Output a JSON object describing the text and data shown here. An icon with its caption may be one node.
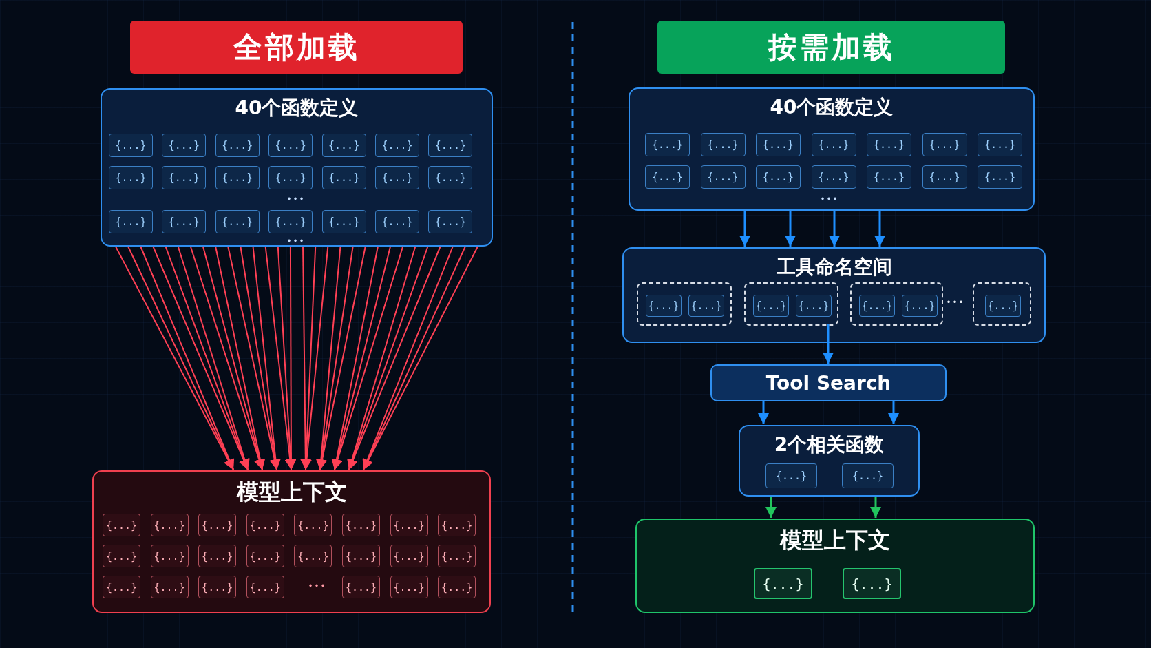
{
  "diagram": {
    "nodes": [
      {
        "text": [
          "全部加载"
        ]
      },
      {
        "text": [
          "40个函数定义"
        ]
      },
      {
        "text": [
          "{...}"
        ],
        "in": 1
      },
      {
        "text": [
          "{...}"
        ],
        "in": 1
      },
      {
        "text": [
          "{...}"
        ],
        "in": 1
      },
      {
        "text": [
          "{...}"
        ],
        "in": 1
      },
      {
        "text": [
          "{...}"
        ],
        "in": 1
      },
      {
        "text": [
          "{...}"
        ],
        "in": 1
      },
      {
        "text": [
          "{...}"
        ],
        "in": 1
      },
      {
        "text": [
          "{...}"
        ],
        "in": 1
      },
      {
        "text": [
          "{...}"
        ],
        "in": 1
      },
      {
        "text": [
          "{...}"
        ],
        "in": 1
      },
      {
        "text": [
          "{...}"
        ],
        "in": 1
      },
      {
        "text": [
          "{...}"
        ],
        "in": 1
      },
      {
        "text": [
          "{...}"
        ],
        "in": 1
      },
      {
        "text": [
          "{...}"
        ],
        "in": 1
      },
      {
        "text": [
          "{...}"
        ],
        "in": 1
      },
      {
        "text": [
          "{...}"
        ],
        "in": 1
      },
      {
        "text": [
          "{...}"
        ],
        "in": 1
      },
      {
        "text": [
          "{...}"
        ],
        "in": 1
      },
      {
        "text": [
          "{...}"
        ],
        "in": 1
      },
      {
        "text": [
          "{...}"
        ],
        "in": 1
      },
      {
        "text": [
          "{...}"
        ],
        "in": 1
      },
      {
        "text": [
          "模型上下文"
        ]
      },
      {
        "text": [
          "{...}"
        ],
        "in": 23
      },
      {
        "text": [
          "{...}"
        ],
        "in": 23
      },
      {
        "text": [
          "{...}"
        ],
        "in": 23
      },
      {
        "text": [
          "{...}"
        ],
        "in": 23
      },
      {
        "text": [
          "{...}"
        ],
        "in": 23
      },
      {
        "text": [
          "{...}"
        ],
        "in": 23
      },
      {
        "text": [
          "{...}"
        ],
        "in": 23
      },
      {
        "text": [
          "{...}"
        ],
        "in": 23
      },
      {
        "text": [
          "{...}"
        ],
        "in": 23
      },
      {
        "text": [
          "{...}"
        ],
        "in": 23
      },
      {
        "text": [
          "{...}"
        ],
        "in": 23
      },
      {
        "text": [
          "{...}"
        ],
        "in": 23
      },
      {
        "text": [
          "{...}"
        ],
        "in": 23
      },
      {
        "text": [
          "{...}"
        ],
        "in": 23
      },
      {
        "text": [
          "{...}"
        ],
        "in": 23
      },
      {
        "text": [
          "{...}"
        ],
        "in": 23
      },
      {
        "text": [
          "{...}"
        ],
        "in": 23
      },
      {
        "text": [
          "{...}"
        ],
        "in": 23
      },
      {
        "text": [
          "{...}"
        ],
        "in": 23
      },
      {
        "text": [
          "{...}"
        ],
        "in": 23
      },
      {
        "text": [
          "{...}"
        ],
        "in": 23
      },
      {
        "text": [
          "{...}"
        ],
        "in": 23
      },
      {
        "text": [
          "{...}"
        ],
        "in": 23
      },
      {
        "text": [
          "按需加载"
        ]
      },
      {
        "text": [
          "40个函数定义"
        ]
      },
      {
        "text": [
          "{...}"
        ],
        "in": 48
      },
      {
        "text": [
          "{...}"
        ],
        "in": 48
      },
      {
        "text": [
          "{...}"
        ],
        "in": 48
      },
      {
        "text": [
          "{...}"
        ],
        "in": 48
      },
      {
        "text": [
          "{...}"
        ],
        "in": 48
      },
      {
        "text": [
          "{...}"
        ],
        "in": 48
      },
      {
        "text": [
          "{...}"
        ],
        "in": 48
      },
      {
        "text": [
          "{...}"
        ],
        "in": 48
      },
      {
        "text": [
          "{...}"
        ],
        "in": 48
      },
      {
        "text": [
          "{...}"
        ],
        "in": 48
      },
      {
        "text": [
          "{...}"
        ],
        "in": 48
      },
      {
        "text": [
          "{...}"
        ],
        "in": 48
      },
      {
        "text": [
          "{...}"
        ],
        "in": 48
      },
      {
        "text": [
          "{...}"
        ],
        "in": 48
      },
      {
        "text": [
          "工具命名空间"
        ]
      },
      {
        "text": [],
        "shape": "box",
        "in": 63
      },
      {
        "text": [
          "{...}"
        ],
        "in": 64
      },
      {
        "text": [
          "{...}"
        ],
        "in": 64
      },
      {
        "text": [],
        "shape": "box",
        "in": 63
      },
      {
        "text": [
          "{...}"
        ],
        "in": 67
      },
      {
        "text": [
          "{...}"
        ],
        "in": 67
      },
      {
        "text": [],
        "shape": "box",
        "in": 63
      },
      {
        "text": [
          "{...}"
        ],
        "in": 70
      },
      {
        "text": [
          "{...}"
        ],
        "in": 70
      },
      {
        "text": [],
        "shape": "box",
        "in": 63
      },
      {
        "text": [
          "{...}"
        ],
        "in": 73
      },
      {
        "text": [
          "Tool Search"
        ]
      },
      {
        "text": [
          "2个相关函数"
        ]
      },
      {
        "text": [
          "{...}"
        ],
        "in": 76
      },
      {
        "text": [
          "{...}"
        ],
        "in": 76
      },
      {
        "text": [
          "模型上下文"
        ]
      },
      {
        "text": [
          "{...}"
        ],
        "in": 79
      },
      {
        "text": [
          "{...}"
        ],
        "in": 79
      }
    ],
    "edges": [
      {
        "from": 1,
        "to": 23,
        "arrow": "to"
      },
      {
        "from": 1,
        "to": 23,
        "arrow": "to"
      },
      {
        "from": 1,
        "to": 23,
        "arrow": "to"
      },
      {
        "from": 1,
        "to": 23,
        "arrow": "to"
      },
      {
        "from": 1,
        "to": 23,
        "arrow": "to"
      },
      {
        "from": 1,
        "to": 23,
        "arrow": "to"
      },
      {
        "from": 1,
        "to": 23,
        "arrow": "to"
      },
      {
        "from": 1,
        "to": 23,
        "arrow": "to"
      },
      {
        "from": 1,
        "to": 23,
        "arrow": "to"
      },
      {
        "from": 1,
        "to": 23,
        "arrow": "to"
      },
      {
        "from": 1,
        "to": 23,
        "arrow": "to"
      },
      {
        "from": 1,
        "to": 23,
        "arrow": "to"
      },
      {
        "from": 1,
        "to": 23,
        "arrow": "to"
      },
      {
        "from": 1,
        "to": 23,
        "arrow": "to"
      },
      {
        "from": 1,
        "to": 23,
        "arrow": "to"
      },
      {
        "from": 1,
        "to": 23,
        "arrow": "to"
      },
      {
        "from": 1,
        "to": 23,
        "arrow": "to"
      },
      {
        "from": 1,
        "to": 23,
        "arrow": "to"
      },
      {
        "from": 1,
        "to": 23,
        "arrow": "to"
      },
      {
        "from": 1,
        "to": 23,
        "arrow": "to"
      },
      {
        "from": 1,
        "to": 23,
        "arrow": "to"
      },
      {
        "from": 1,
        "to": 23,
        "arrow": "to"
      },
      {
        "from": 1,
        "to": 23,
        "arrow": "to"
      },
      {
        "from": 1,
        "to": 23,
        "arrow": "to"
      },
      {
        "from": 1,
        "to": 23,
        "arrow": "to"
      },
      {
        "from": 1,
        "to": 23,
        "arrow": "to"
      },
      {
        "from": 1,
        "to": 23,
        "arrow": "to"
      },
      {
        "from": 1,
        "to": 23,
        "arrow": "to"
      },
      {
        "from": 1,
        "to": 23,
        "arrow": "to"
      },
      {
        "from": 1,
        "to": 23,
        "arrow": "to"
      },
      {
        "from": 48,
        "to": 63,
        "arrow": "to",
        "color": "#1e8fff"
      },
      {
        "from": 48,
        "to": 63,
        "arrow": "to",
        "color": "#1e8fff"
      },
      {
        "from": 48,
        "to": 63,
        "arrow": "to",
        "color": "#1e8fff"
      },
      {
        "from": 48,
        "to": 63,
        "arrow": "to",
        "color": "#1e8fff"
      },
      {
        "from": 67,
        "to": 75,
        "arrow": "to",
        "color": "#1e8fff"
      },
      {
        "from": 75,
        "to": 76,
        "arrow": "to",
        "color": "#1e8fff"
      },
      {
        "from": 75,
        "to": 76,
        "arrow": "to",
        "color": "#1e8fff"
      },
      {
        "from": 76,
        "to": 79,
        "arrow": "to",
        "color": "#22c55e"
      },
      {
        "from": 76,
        "to": 79,
        "arrow": "to",
        "color": "#22c55e"
      }
    ],
    "labels": [
      "•••",
      "•••",
      "•••",
      "•••",
      "•••"
    ]
  }
}
